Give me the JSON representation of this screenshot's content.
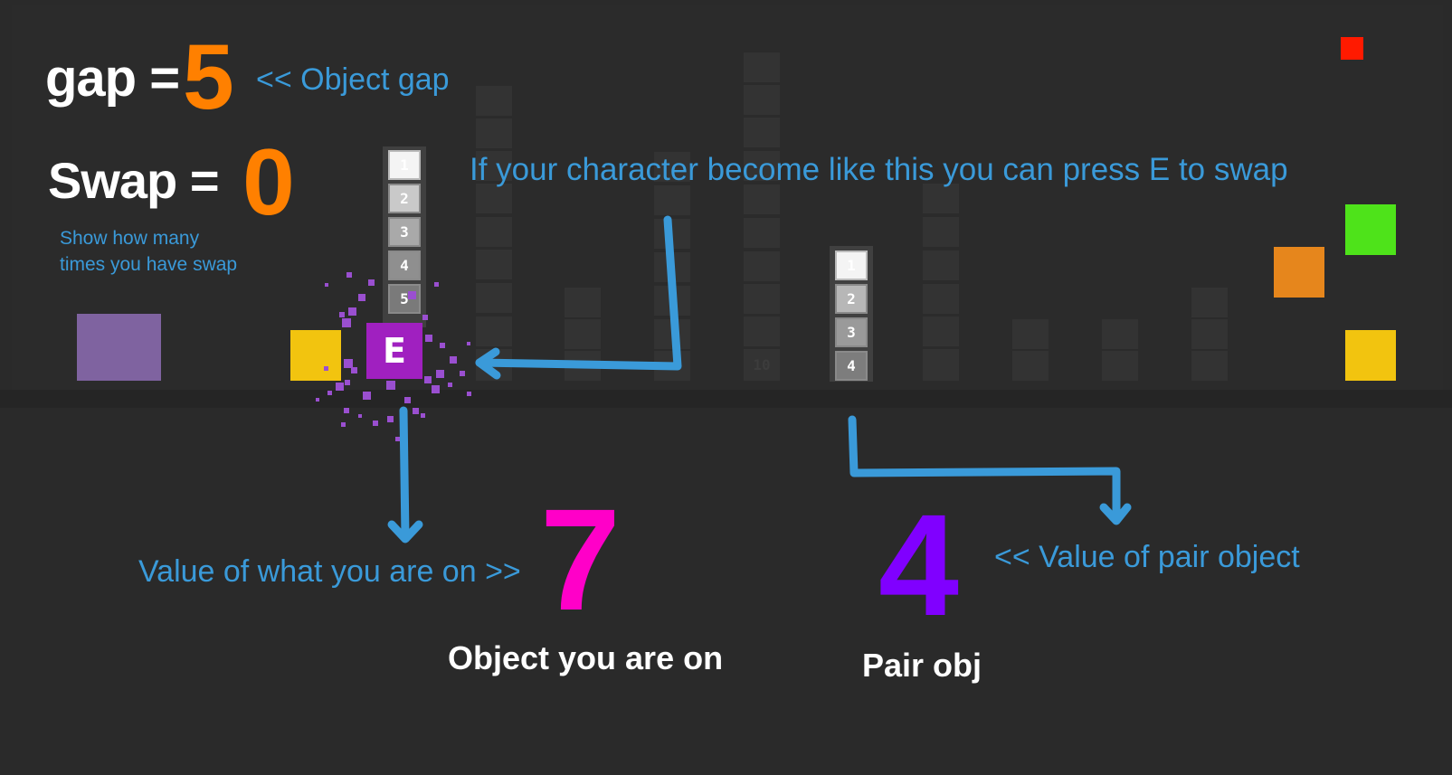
{
  "hud": {
    "gap_label": "gap =",
    "gap_value": "5",
    "gap_note": "<< Object gap",
    "swap_label": "Swap =",
    "swap_value": "0",
    "swap_note_line1": "Show how many",
    "swap_note_line2": "times you have swap"
  },
  "hint": {
    "swap_instruction": "If your character become like this you can press E to swap"
  },
  "player": {
    "key_label": "E"
  },
  "player_stack": [
    "1",
    "2",
    "3",
    "4",
    "5"
  ],
  "pair_stack": [
    "1",
    "2",
    "3",
    "4"
  ],
  "ghost_numbers": [
    "10"
  ],
  "annotations": {
    "value_on_label": "Value of what you are on >>",
    "value_on": "7",
    "object_on_caption": "Object you are on",
    "pair_value": "4",
    "pair_caption": "Pair obj",
    "pair_value_label": "<< Value of pair object"
  },
  "colors": {
    "background": "#2a2a2a",
    "hud_number": "#ff8000",
    "annotation_text": "#3a9ad9",
    "value_on_number": "#ff00c8",
    "pair_number": "#8000ff",
    "player": "#a020c0",
    "exit_marker": "#ff1a00",
    "block_green": "#4ee31a",
    "block_orange": "#e6861c",
    "block_yellow": "#f2c40f",
    "block_purple": "#7f63a0"
  }
}
